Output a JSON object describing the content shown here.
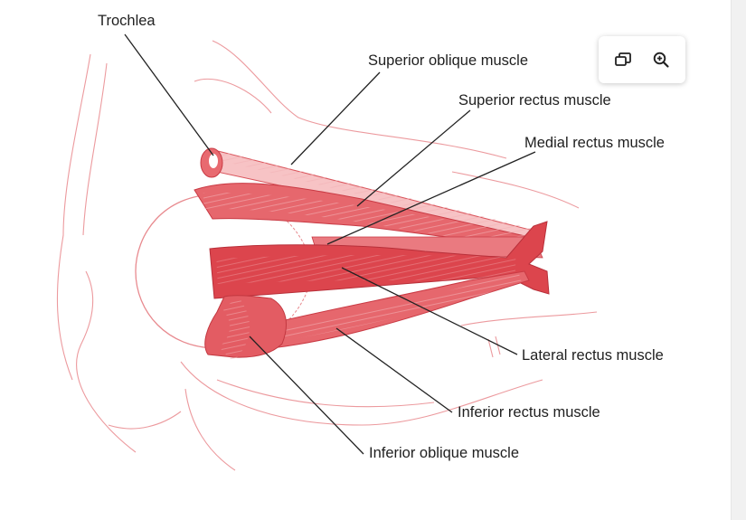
{
  "labels": {
    "trochlea": "Trochlea",
    "superior_oblique": "Superior oblique muscle",
    "superior_rectus": "Superior rectus muscle",
    "medial_rectus": "Medial rectus muscle",
    "lateral_rectus": "Lateral rectus muscle",
    "inferior_rectus": "Inferior rectus muscle",
    "inferior_oblique": "Inferior oblique muscle"
  },
  "toolbar": {
    "icons": [
      "open-in-window-icon",
      "zoom-in-icon"
    ]
  },
  "colors": {
    "muscle": "#e0525a",
    "muscle_dark": "#c93a44",
    "outline": "#e88a8f",
    "leader": "#222222"
  }
}
